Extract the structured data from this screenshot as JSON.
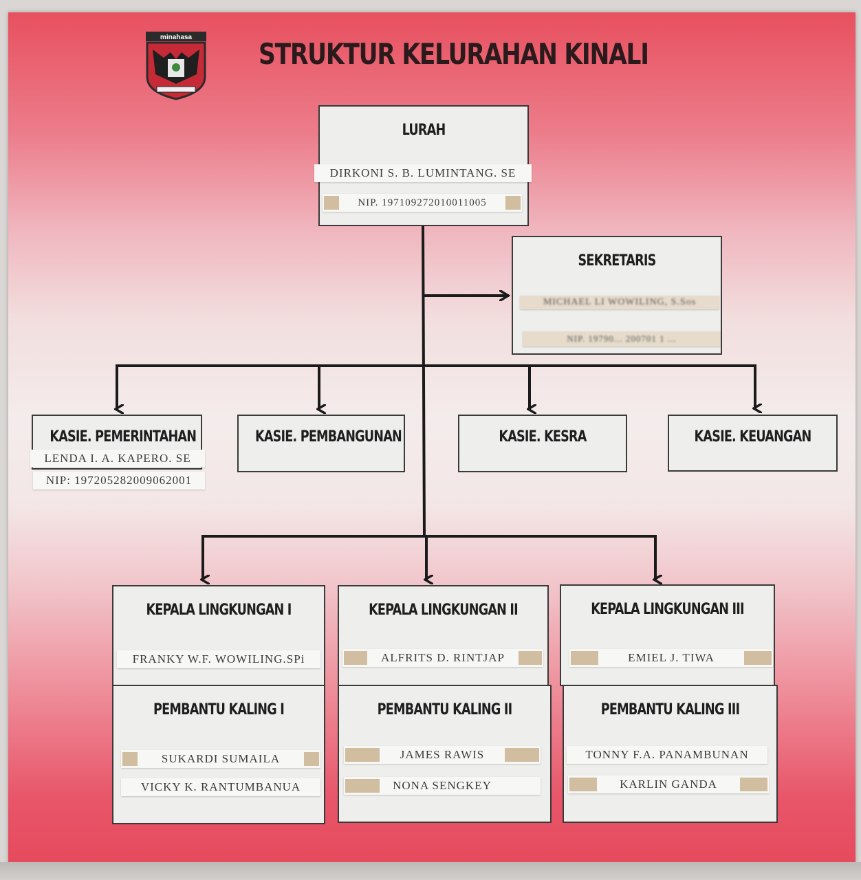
{
  "title": "STRUKTUR KELURAHAN KINALI",
  "logo": {
    "text": "minahasa",
    "icon": "minahasa-regency-emblem"
  },
  "lurah": {
    "title": "LURAH",
    "name": "DIRKONI S. B. LUMINTANG. SE",
    "nip": "NIP. 197109272010011005"
  },
  "sekretaris": {
    "title": "SEKRETARIS",
    "name": "MICHAEL LI WOWILING, S.Sos",
    "nip": "NIP. 19790... 200701 1 ..."
  },
  "kasie": [
    {
      "title": "KASIE. PEMERINTAHAN",
      "name": "LENDA I. A. KAPERO. SE",
      "nip": "NIP: 197205282009062001"
    },
    {
      "title": "KASIE. PEMBANGUNAN"
    },
    {
      "title": "KASIE. KESRA"
    },
    {
      "title": "KASIE. KEUANGAN"
    }
  ],
  "lingkungan": [
    {
      "kepala_title": "KEPALA LINGKUNGAN I",
      "kepala_name": "FRANKY W.F. WOWILING.SPi",
      "pembantu_title": "PEMBANTU KALING I",
      "pembantu_names": [
        "SUKARDI SUMAILA",
        "VICKY K. RANTUMBANUA"
      ]
    },
    {
      "kepala_title": "KEPALA LINGKUNGAN II",
      "kepala_name": "ALFRITS D. RINTJAP",
      "pembantu_title": "PEMBANTU KALING II",
      "pembantu_names": [
        "JAMES RAWIS",
        "NONA SENGKEY"
      ]
    },
    {
      "kepala_title": "KEPALA LINGKUNGAN III",
      "kepala_name": "EMIEL J. TIWA",
      "pembantu_title": "PEMBANTU KALING III",
      "pembantu_names": [
        "TONNY F.A. PANAMBUNAN",
        "KARLIN GANDA"
      ]
    }
  ],
  "colors": {
    "banner_top": "#e8505f",
    "banner_mid": "#f4ecec",
    "line": "#1a1a1a"
  }
}
